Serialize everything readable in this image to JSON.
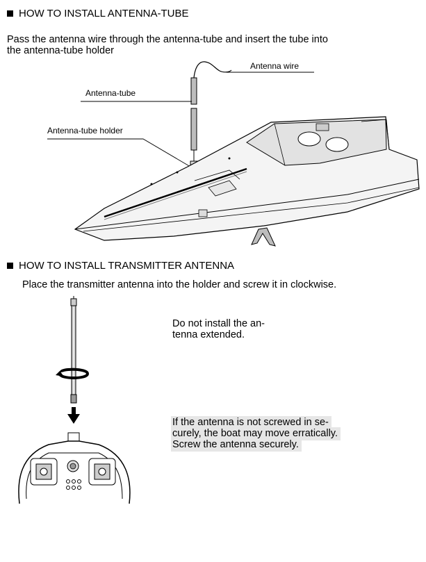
{
  "section1": {
    "heading": "HOW TO INSTALL ANTENNA-TUBE",
    "line1": "Pass the antenna wire through the antenna-tube and insert the tube into",
    "line2": "the antenna-tube holder",
    "labels": {
      "wire": "Antenna wire",
      "tube": "Antenna-tube",
      "holder": "Antenna-tube holder"
    }
  },
  "section2": {
    "heading": "HOW TO INSTALL TRANSMITTER ANTENNA",
    "instruction": "Place the transmitter antenna into the holder and screw it in clockwise.",
    "note1": {
      "line1": "Do not install the an-",
      "line2": "tenna extended."
    },
    "note2": {
      "line1": "If the antenna is not screwed in se-",
      "line2": "curely, the boat may move erratically.",
      "line3": "Screw the antenna securely."
    }
  },
  "icons": [
    "bullet-square-icon",
    "rotation-arrow-icon",
    "down-arrow-icon"
  ]
}
